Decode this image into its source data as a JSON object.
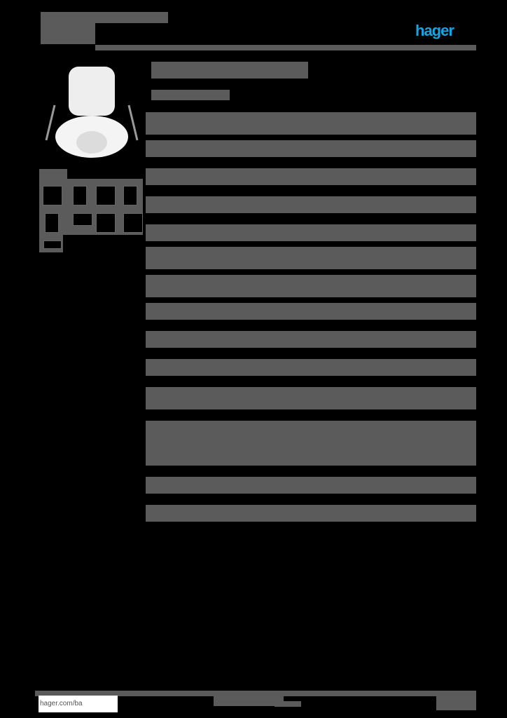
{
  "header": {
    "title_redacted": true,
    "brand_logo": "hager",
    "brand_color": "#1aa3e0"
  },
  "product": {
    "image_alt": "ceiling presence detector (white, flush mount with spring clips)",
    "title_redacted": true,
    "subtitle_redacted": true
  },
  "note": "All body text in the screenshot is illegible (rendered as solid gray bars); only layout is reproduced.",
  "sections_count": 14,
  "footer": {
    "link": "hager.com/ba"
  },
  "colors": {
    "background": "#000000",
    "text_bar": "#5a5b5a",
    "brand": "#1aa3e0"
  }
}
